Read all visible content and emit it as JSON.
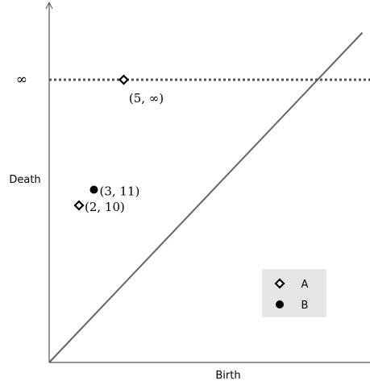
{
  "chart_data": {
    "type": "scatter",
    "xlabel": "Birth",
    "ylabel": "Death",
    "xlim": [
      0,
      22
    ],
    "ylim": [
      0,
      21
    ],
    "infinity_label": "∞",
    "infinity_level": 18,
    "diagonal": true,
    "series": [
      {
        "name": "A",
        "marker": "diamond-open",
        "points": [
          {
            "x": 2,
            "y": 10,
            "label": "(2, 10)"
          },
          {
            "x": 5,
            "y": "∞",
            "label": "(5, ∞)"
          }
        ]
      },
      {
        "name": "B",
        "marker": "circle-filled",
        "points": [
          {
            "x": 3,
            "y": 11,
            "label": "(3, 11)"
          }
        ]
      }
    ],
    "legend": {
      "position": "bottom-right"
    },
    "colors": {
      "axis": "#555555",
      "diagonal": "#666666",
      "infinity_line": "#555555",
      "marker": "#000000",
      "legend_bg": "#e6e6e6"
    }
  }
}
